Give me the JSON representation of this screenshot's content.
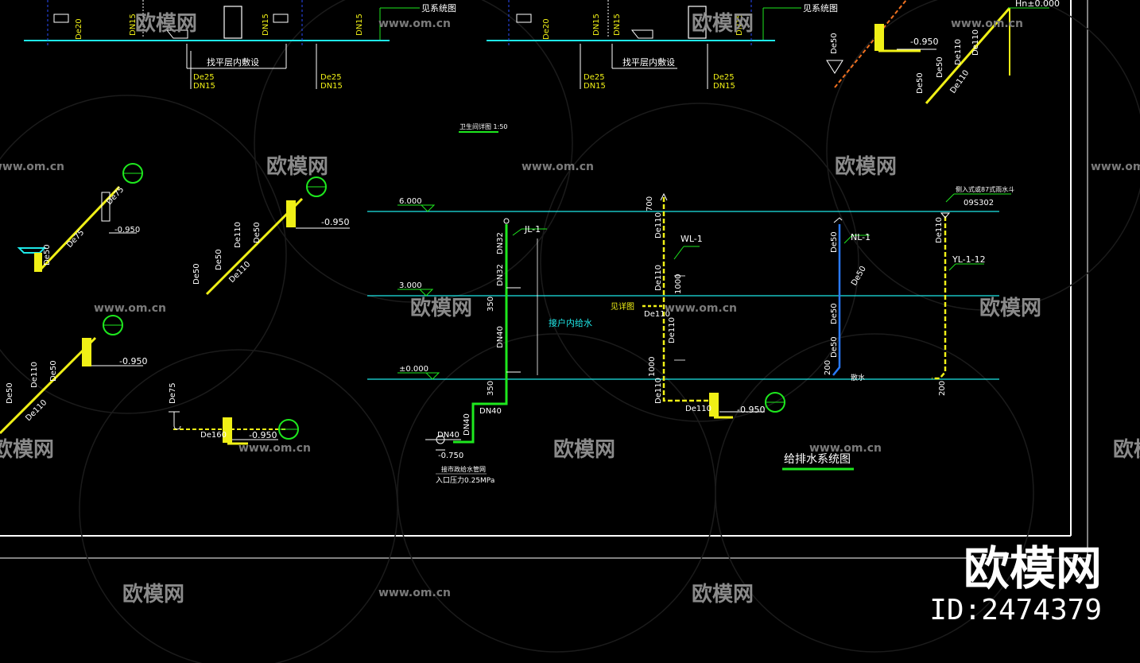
{
  "colors": {
    "cyan": "#1ee8e8",
    "green": "#1ee81e",
    "yellow": "#f0f016",
    "white": "#ffffff",
    "blue": "#2a7bff",
    "watermark": "#8a8a8a"
  },
  "top_left": {
    "labels": [
      "De20",
      "DN15",
      "DN15",
      "DN15"
    ],
    "see_system": "见系统图",
    "floor_note": "找平层内敷设",
    "sub": [
      {
        "de": "De25",
        "dn": "DN15"
      },
      {
        "de": "De25",
        "dn": "DN15"
      }
    ]
  },
  "top_mid": {
    "labels": [
      "De20",
      "DN15",
      "DN15",
      "DN15"
    ],
    "see_system": "见系统图",
    "floor_note": "找平层内敷设",
    "sub": [
      {
        "de": "De25",
        "dn": "DN15"
      },
      {
        "de": "De25",
        "dn": "DN15"
      }
    ]
  },
  "bath_caption": "卫生间详图 1:50",
  "top_right": {
    "hn": "Hn±0.000",
    "elev": "-0.950",
    "labels": [
      "De50",
      "De50",
      "De50",
      "De110",
      "De110",
      "De110"
    ]
  },
  "iso_left": {
    "a": {
      "labels": [
        "De50",
        "De75",
        "De75"
      ],
      "elev": "-0.950"
    },
    "b": {
      "labels": [
        "De50",
        "De50",
        "De110",
        "De50",
        "De110"
      ],
      "elev": "-0.950"
    },
    "c": {
      "labels": [
        "De50",
        "De110",
        "De50",
        "De110"
      ],
      "elev": "-0.950"
    },
    "d": {
      "labels": [
        "De75",
        "De160"
      ],
      "elev": "-0.950"
    }
  },
  "system": {
    "levels": [
      "6.000",
      "3.000",
      "±0.000"
    ],
    "jl": {
      "name": "JL-1",
      "labels": [
        "DN32",
        "DN32",
        "350",
        "DN40",
        "350",
        "DN40",
        "DN40"
      ],
      "note": "接户内给水",
      "elev": "-0.750",
      "source": "接市政给水管网",
      "pressure": "入口压力0.25MPa"
    },
    "wl": {
      "name": "WL-1",
      "labels": [
        "700",
        "De110",
        "De110",
        "1000",
        "De110",
        "De110",
        "1000",
        "De110",
        "De110"
      ],
      "see_detail": "见详图",
      "elev": "-0.950"
    },
    "nl": {
      "name": "NL-1",
      "labels": [
        "De50",
        "De50",
        "De50",
        "De50",
        "200"
      ],
      "drain": "散水"
    },
    "yl": {
      "name": "YL-1-12",
      "labels": [
        "De110",
        "200"
      ],
      "note_top": "侧入式或87式雨水斗",
      "ref": "09S302"
    },
    "title": "给排水系统图"
  },
  "watermark": {
    "site": "www.om.cn",
    "brand": "欧模网",
    "id": "ID:2474379"
  }
}
